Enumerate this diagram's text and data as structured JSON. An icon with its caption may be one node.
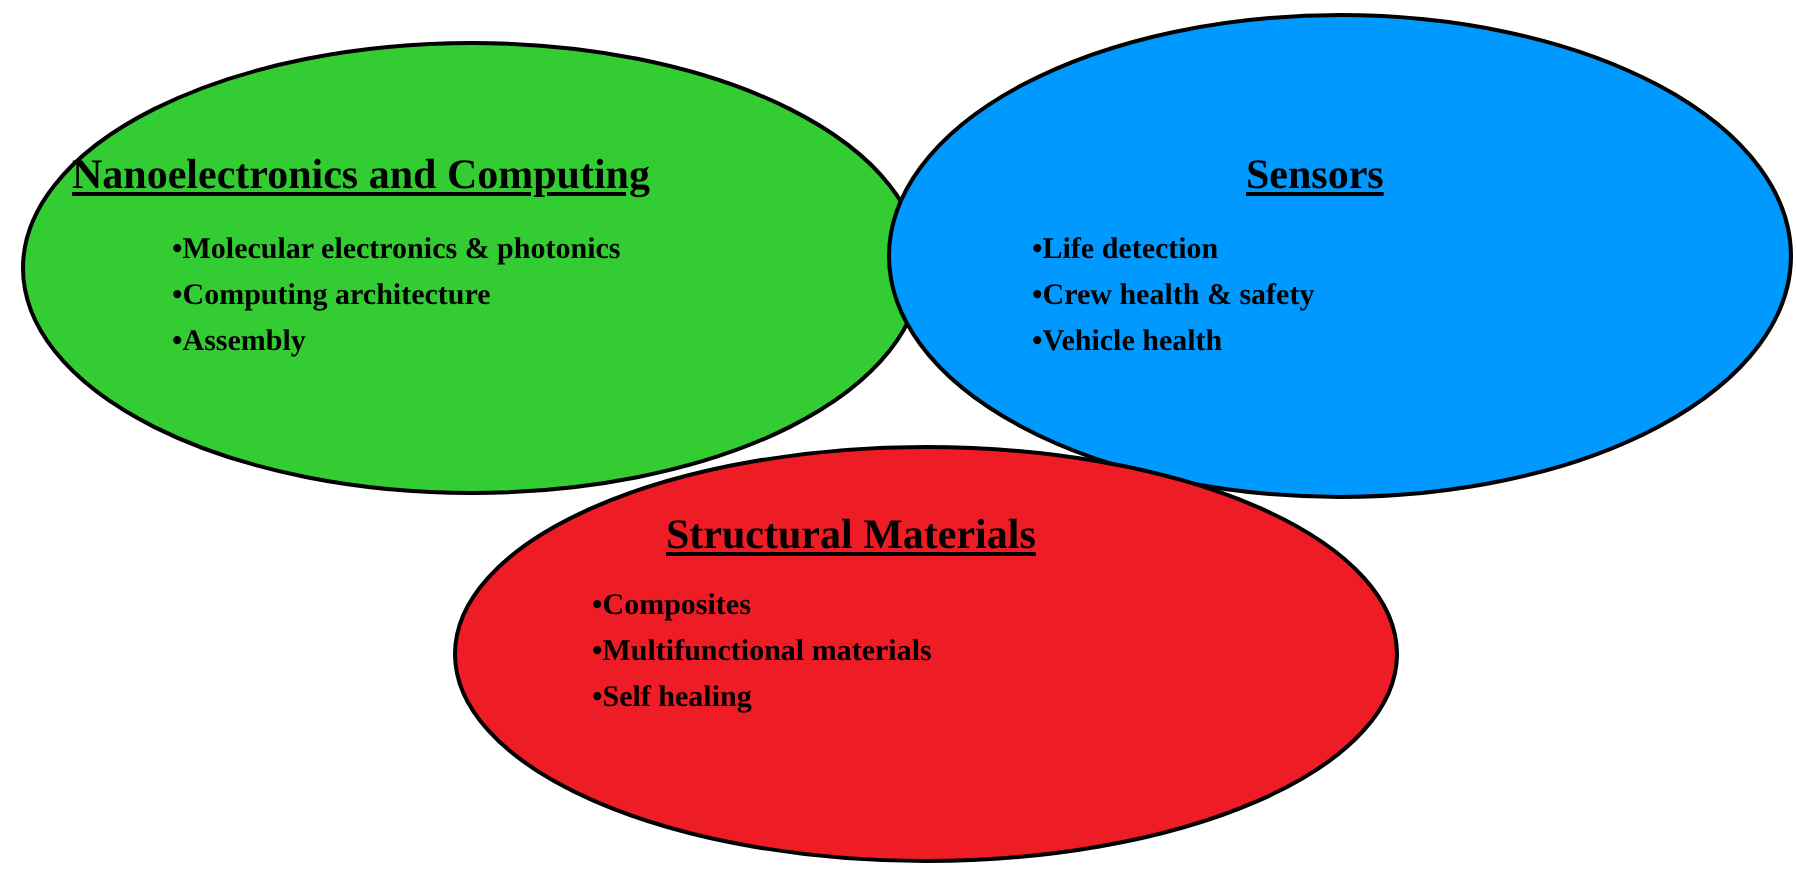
{
  "diagram": {
    "nodes": [
      {
        "text": [
          "Nanoelectronics and Computing",
          "•Molecular electronics & photonics",
          "•Computing architecture",
          "•Assembly"
        ]
      },
      {
        "text": [
          "Sensors",
          "•Life detection",
          "•Crew health & safety",
          "•Vehicle health"
        ]
      },
      {
        "text": [
          "Structural Materials",
          "•Composites",
          "•Multifunctional materials",
          "•Self healing"
        ]
      }
    ]
  }
}
